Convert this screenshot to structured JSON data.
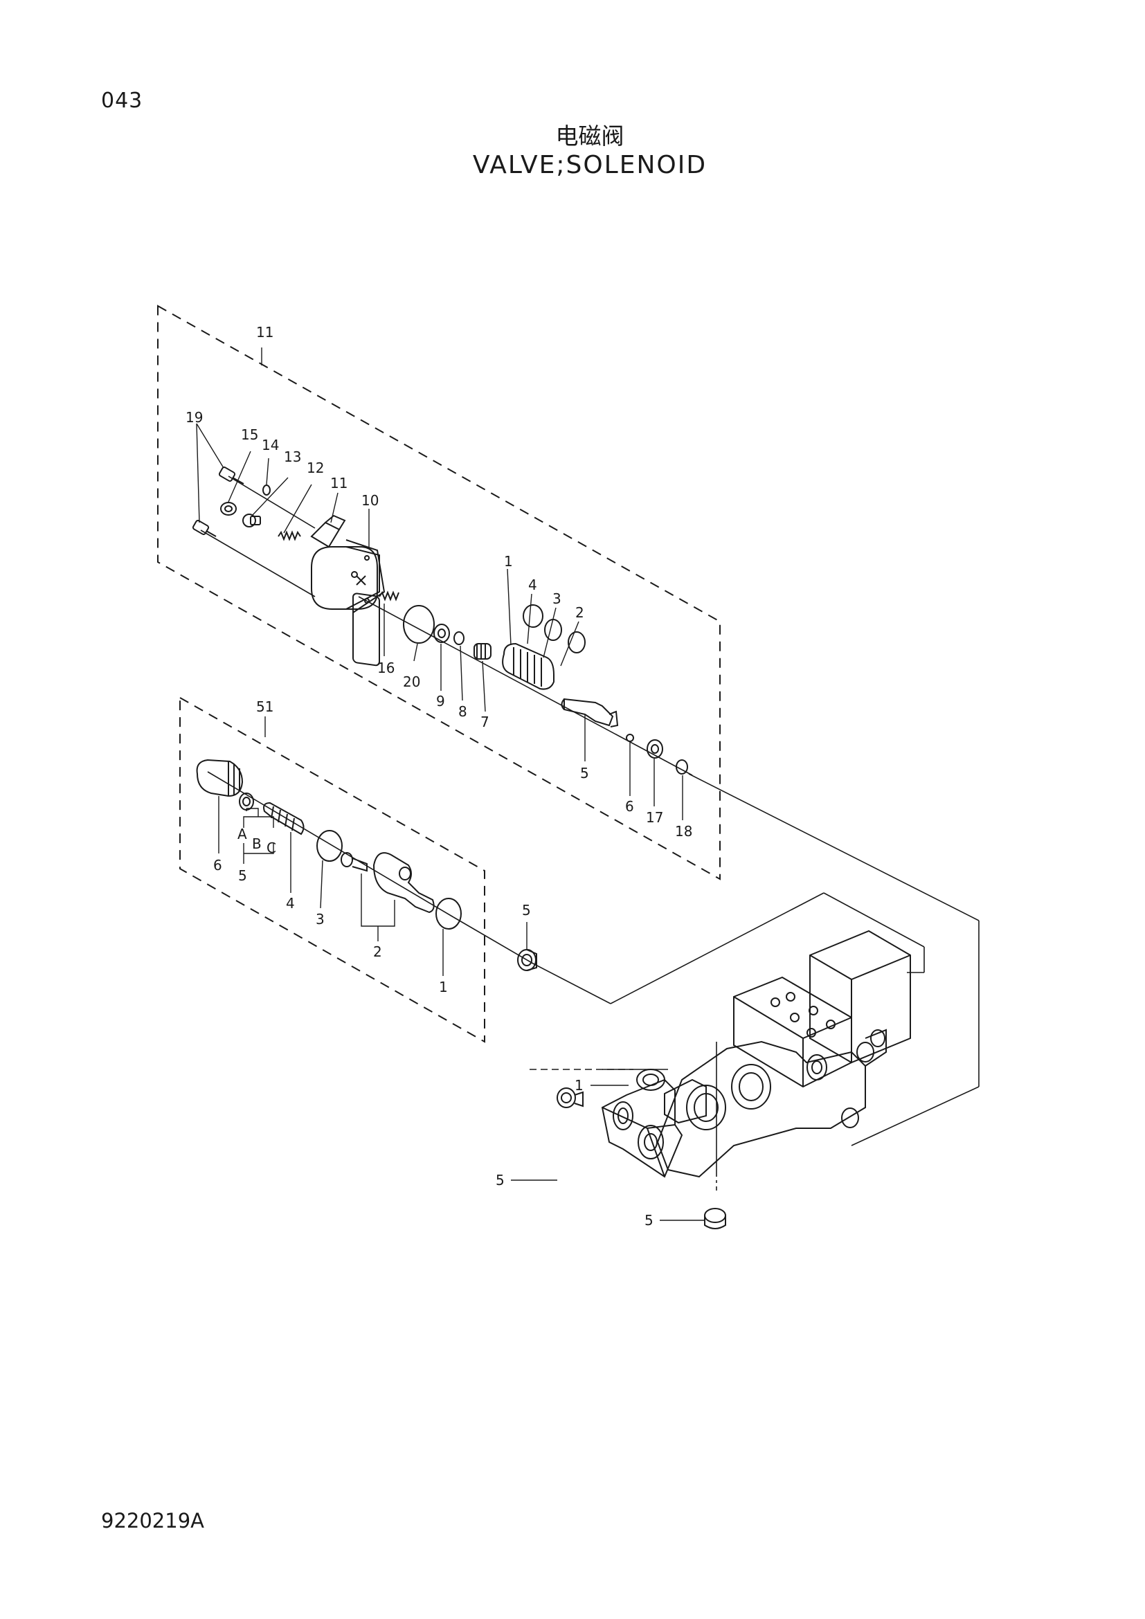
{
  "page_code": "043",
  "title_cn": "电磁阀",
  "title_en": "VALVE;SOLENOID",
  "document_number": "9220219A",
  "callouts": {
    "c11a": "11",
    "c19": "19",
    "c15": "15",
    "c14": "14",
    "c13": "13",
    "c12": "12",
    "c11b": "11",
    "c10": "10",
    "c16": "16",
    "c20": "20",
    "c9": "9",
    "c8": "8",
    "c7": "7",
    "c1a": "1",
    "c4a": "4",
    "c3a": "3",
    "c2a": "2",
    "c5a": "5",
    "c6a": "6",
    "c17": "17",
    "c18": "18",
    "c51": "51",
    "c6b": "6",
    "cA": "A",
    "cB": "B",
    "cC": "C",
    "c5b": "5",
    "c4b": "4",
    "c3b": "3",
    "c2b": "2",
    "c1b": "1",
    "c5c": "5",
    "c1c": "1",
    "c5d": "5",
    "c5e": "5"
  }
}
